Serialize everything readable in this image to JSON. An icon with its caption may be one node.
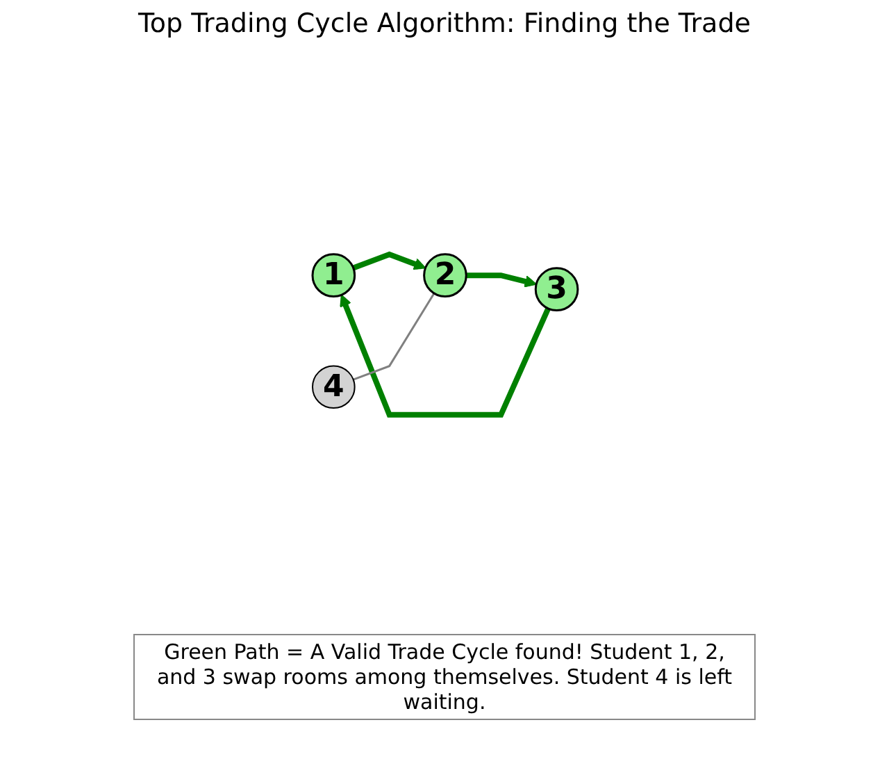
{
  "diagram": {
    "title": "Top Trading Cycle Algorithm: Finding the Trade",
    "nodes": [
      {
        "text": [
          "1"
        ]
      },
      {
        "text": [
          "2"
        ]
      },
      {
        "text": [
          "3"
        ]
      },
      {
        "text": [
          "4"
        ]
      }
    ],
    "edges": [
      {
        "from": 0,
        "to": 1,
        "arrow": "to"
      },
      {
        "from": 1,
        "to": 2,
        "arrow": "to"
      },
      {
        "from": 2,
        "to": 0,
        "arrow": "to"
      },
      {
        "from": 3,
        "to": 1,
        "arrow": "none",
        "color": "#808080"
      }
    ],
    "labels": [
      "Green Path = A Valid Trade Cycle found! Student 1, 2, and 3 swap rooms among themselves. Student 4 is left waiting."
    ]
  }
}
